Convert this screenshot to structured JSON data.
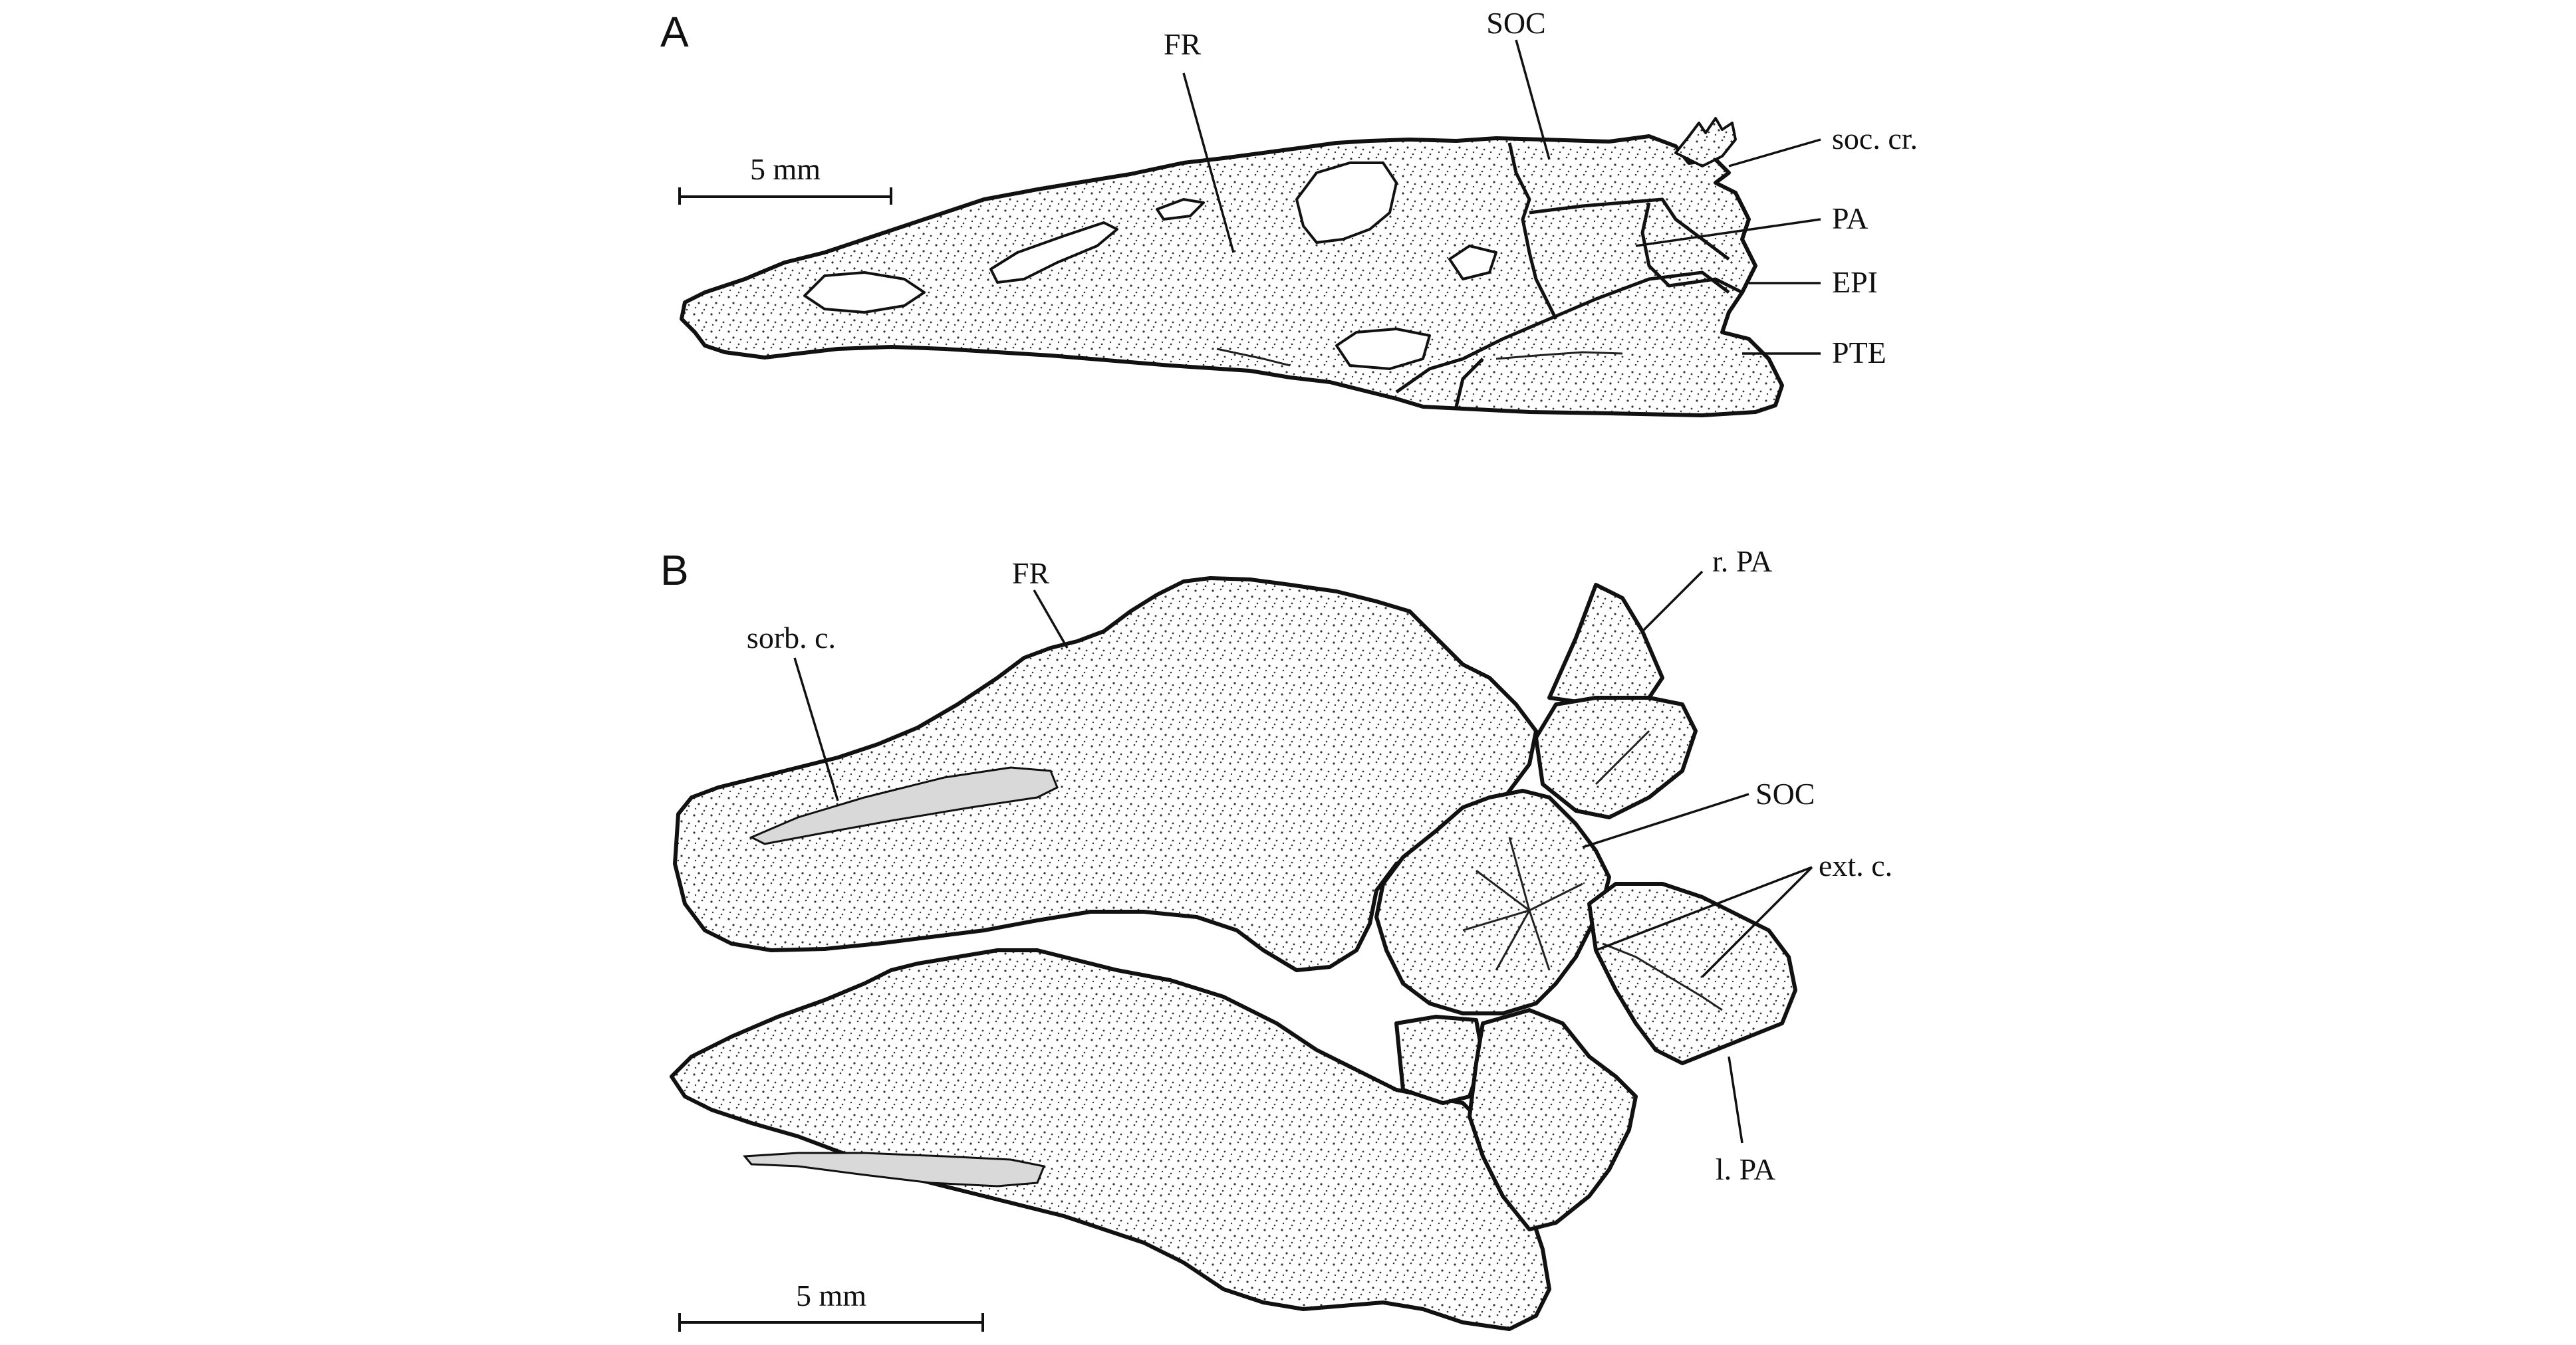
{
  "panel_a": {
    "letter": "A",
    "scale_label": "5 mm",
    "labels": {
      "fr": "FR",
      "soc": "SOC",
      "soc_cr": "soc. cr.",
      "pa": "PA",
      "epi": "EPI",
      "pte": "PTE"
    }
  },
  "panel_b": {
    "letter": "B",
    "scale_label": "5 mm",
    "labels": {
      "fr": "FR",
      "sorb_c": "sorb. c.",
      "r_pa": "r. PA",
      "soc": "SOC",
      "ext_c": "ext. c.",
      "l_pa": "l. PA"
    }
  },
  "colors": {
    "ink": "#111111",
    "background": "#ffffff"
  }
}
